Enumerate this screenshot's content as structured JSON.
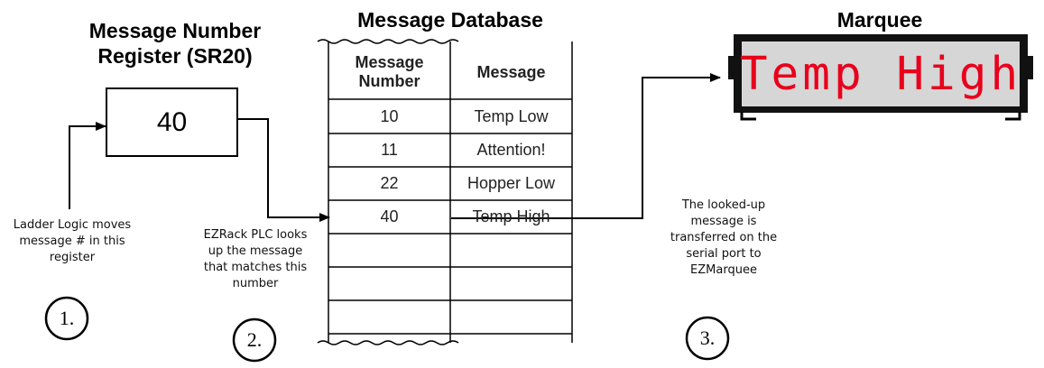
{
  "register": {
    "title_line1": "Message Number",
    "title_line2": "Register (SR20)",
    "value": "40"
  },
  "database": {
    "title": "Message Database",
    "col_number_line1": "Message",
    "col_number_line2": "Number",
    "col_message": "Message",
    "rows": [
      {
        "number": "10",
        "message": "Temp Low"
      },
      {
        "number": "11",
        "message": "Attention!"
      },
      {
        "number": "22",
        "message": "Hopper Low"
      },
      {
        "number": "40",
        "message": "Temp High"
      }
    ]
  },
  "marquee": {
    "title": "Marquee",
    "text": "Temp High",
    "text_color": "#e8001c",
    "screen_color": "#d6d6d6"
  },
  "steps": [
    {
      "number": "1.",
      "lines": [
        "Ladder Logic moves",
        "message # in this",
        "register"
      ]
    },
    {
      "number": "2.",
      "lines": [
        "EZRack PLC looks",
        "up the message",
        "that matches this",
        "number"
      ]
    },
    {
      "number": "3.",
      "lines": [
        "The looked-up",
        "message is",
        "transferred on the",
        "serial port to",
        "EZMarquee"
      ]
    }
  ]
}
